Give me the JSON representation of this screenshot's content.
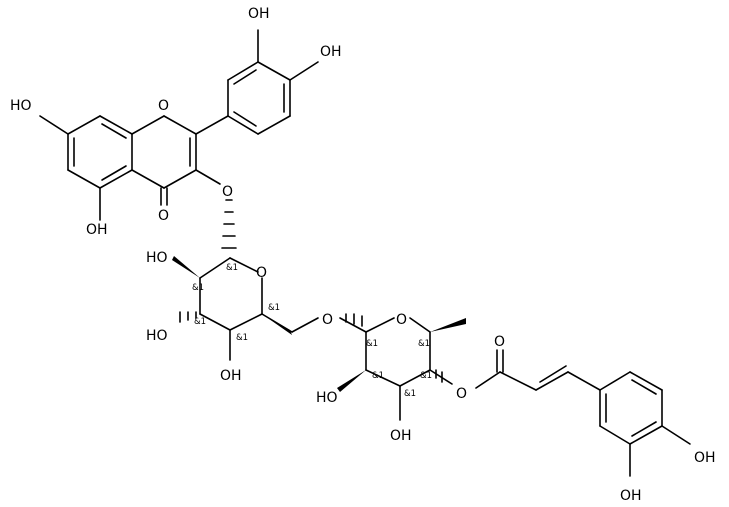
{
  "molecule": {
    "atom_labels": {
      "oh_b3": "OH",
      "oh_b4": "OH",
      "o_ring_c": "O",
      "oh_a7": "HO",
      "oh_a5": "OH",
      "o_keto": "O",
      "o_glyco3": "O",
      "oh_glc2": "HO",
      "o_ring_glc": "O",
      "oh_glc3": "HO",
      "oh_glc4": "OH",
      "o_link6": "O",
      "o_ring_rha": "O",
      "oh_rha2": "HO",
      "oh_rha3": "OH",
      "o_ester": "O",
      "o_ester_co": "O",
      "oh_caf4": "OH",
      "oh_caf3": "OH"
    },
    "stereo_label": "&1"
  }
}
